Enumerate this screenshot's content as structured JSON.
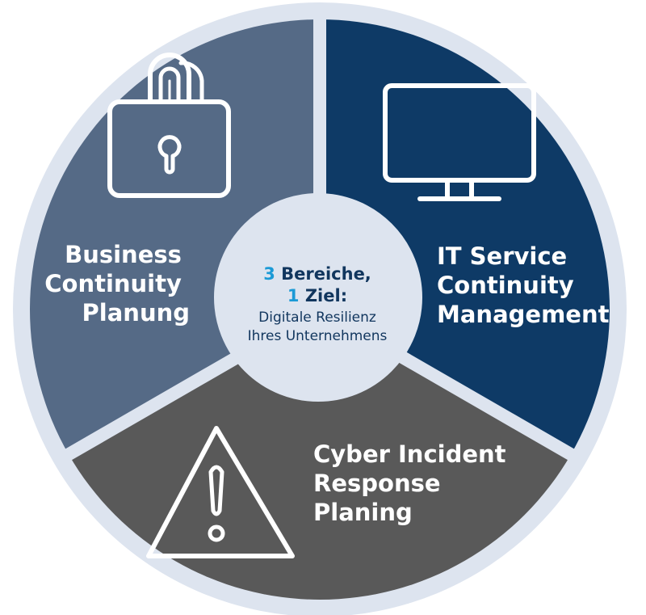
{
  "colors": {
    "ring": "#dde4ef",
    "business": "#556a86",
    "it_service": "#0e3a66",
    "cyber": "#595959",
    "center_fill": "#dde4ef",
    "highlight": "#1b9ad6",
    "dark_text": "#11365e",
    "icon_stroke": "#ffffff"
  },
  "segments": [
    {
      "id": "business",
      "lines": [
        "Business",
        "Continuity",
        "Planung"
      ],
      "icon": "padlock-icon"
    },
    {
      "id": "it_service",
      "lines": [
        "IT Service",
        "Continuity",
        "Management"
      ],
      "icon": "monitor-icon"
    },
    {
      "id": "cyber",
      "lines": [
        "Cyber Incident",
        "Response",
        "Planing"
      ],
      "icon": "warning-triangle-icon"
    }
  ],
  "center": {
    "line1_number": "3",
    "line1_text": " Bereiche,",
    "line2_number": "1",
    "line2_text": " Ziel:",
    "line3": "Digitale Resilienz",
    "line4": "Ihres Unternehmens"
  }
}
